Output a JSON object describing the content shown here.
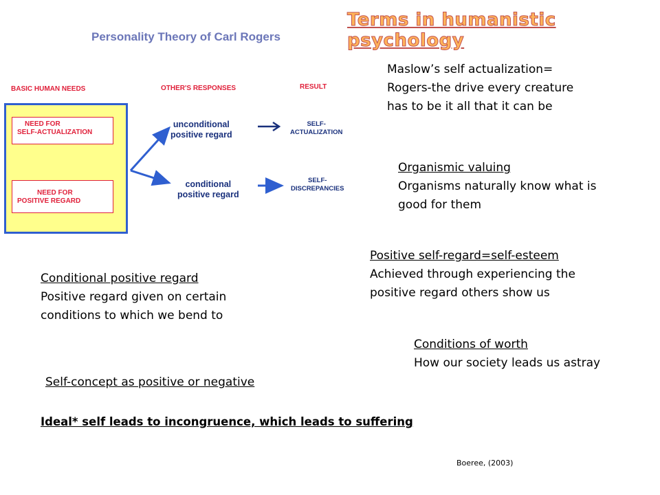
{
  "diagram": {
    "title": "Personality Theory of Carl Rogers",
    "col_needs": "BASIC HUMAN NEEDS",
    "col_responses": "OTHER'S RESPONSES",
    "col_result": "RESULT",
    "need1": [
      "NEED FOR",
      "SELF-ACTUALIZATION"
    ],
    "need2": [
      "NEED FOR",
      "POSITIVE REGARD"
    ],
    "resp1": [
      "unconditional",
      "positive regard"
    ],
    "resp2": [
      "conditional",
      "positive regard"
    ],
    "result1": [
      "SELF-",
      "ACTUALIZATION"
    ],
    "result2": [
      "SELF-",
      "DISCREPANCIES"
    ]
  },
  "slide_title": [
    "Terms in humanistic",
    "psychology"
  ],
  "terms": {
    "maslow": [
      "Maslow’s self actualization=",
      "Rogers-the drive every creature",
      "has to be it all that it can be"
    ],
    "organismic": {
      "heading": "Organismic valuing",
      "lines": [
        "Organisms naturally know what is",
        "good for them"
      ]
    },
    "self_regard": {
      "heading": "Positive self-regard=self-esteem",
      "lines": [
        "Achieved through experiencing  the",
        "positive regard others show us"
      ]
    },
    "conditional": {
      "heading": "Conditional positive regard",
      "lines": [
        "Positive regard given on certain",
        "conditions to which we bend to"
      ]
    },
    "worth": {
      "heading": "Conditions of worth",
      "lines": [
        "How our society leads us astray"
      ]
    },
    "self_concept": "Self-concept as positive or negative",
    "ideal": "Ideal* self leads to incongruence, which leads to suffering"
  },
  "citation": "Boeree, (2003)",
  "colors": {
    "diagram_title": "#6b76b8",
    "red": "#e0203a",
    "navy": "#19307c",
    "panel_fill": "#ffff8c",
    "panel_border": "#2f5fd0",
    "slide_title": "#ffb35a"
  }
}
